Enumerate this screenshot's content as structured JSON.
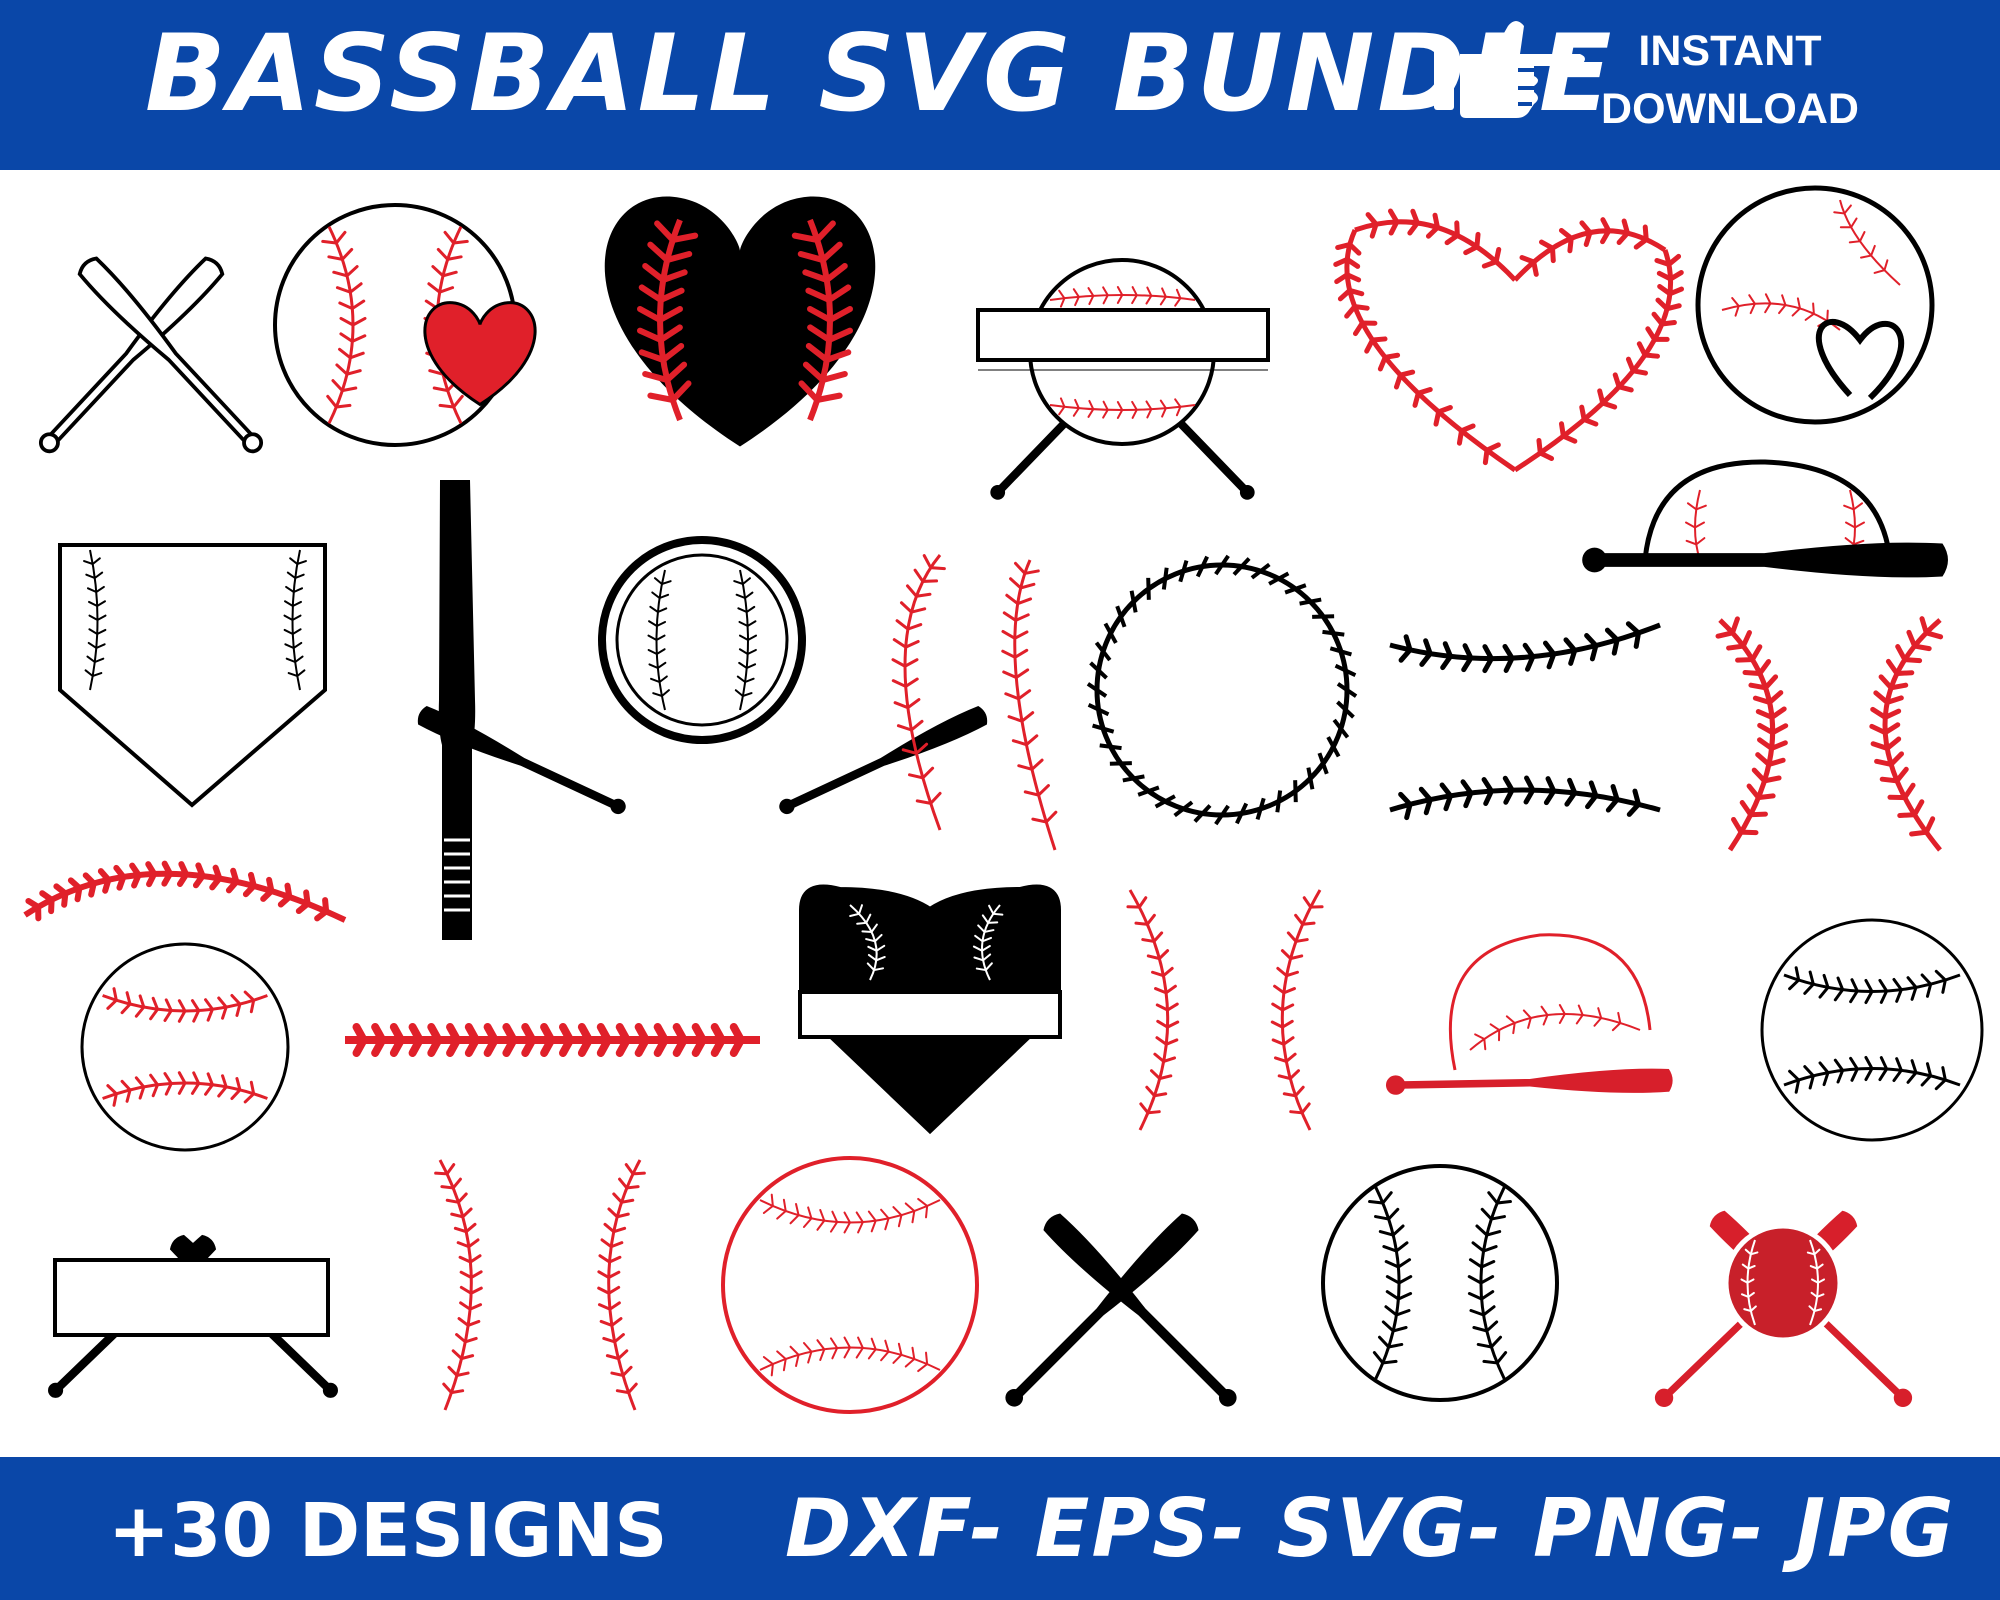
{
  "header": {
    "title": "BASSBALL SVG BUNDLE",
    "badge_line1": "INSTANT",
    "badge_line2": "DOWNLOAD",
    "pointing_icon": "pointing-hand-icon"
  },
  "footer": {
    "count_label": "+30 DESIGNS",
    "formats_label": "DXF- EPS- SVG- PNG- JPG"
  },
  "colors": {
    "banner_blue": "#0a47a8",
    "stitch_red": "#e0202a",
    "ink_black": "#000000",
    "background": "#ffffff"
  },
  "design_icons": [
    "crossed-bats-outline-icon",
    "baseball-with-heart-icon",
    "black-heart-stitches-icon",
    "split-baseball-crossed-bats-icon",
    "stitched-heart-outline-icon",
    "baseball-heart-seam-icon",
    "home-plate-stitches-icon",
    "single-bat-icon",
    "baseball-crossed-bats-icon",
    "red-seam-pair-icon",
    "stitched-circle-frame-icon",
    "black-seam-pair-icon",
    "red-curved-seam-pair-icon",
    "half-baseball-on-bat-icon",
    "red-arc-seam-icon",
    "baseball-red-stitches-icon",
    "straight-red-seam-icon",
    "split-baseball-heart-icon",
    "red-seam-pair-small-icon",
    "red-baseball-on-bat-icon",
    "baseball-black-stitches-icon",
    "split-crossed-bats-icon",
    "red-seam-pair-tall-icon",
    "red-outline-baseball-icon",
    "crossed-black-bats-icon",
    "baseball-black-seams-icon",
    "red-crossed-bats-ball-icon"
  ]
}
